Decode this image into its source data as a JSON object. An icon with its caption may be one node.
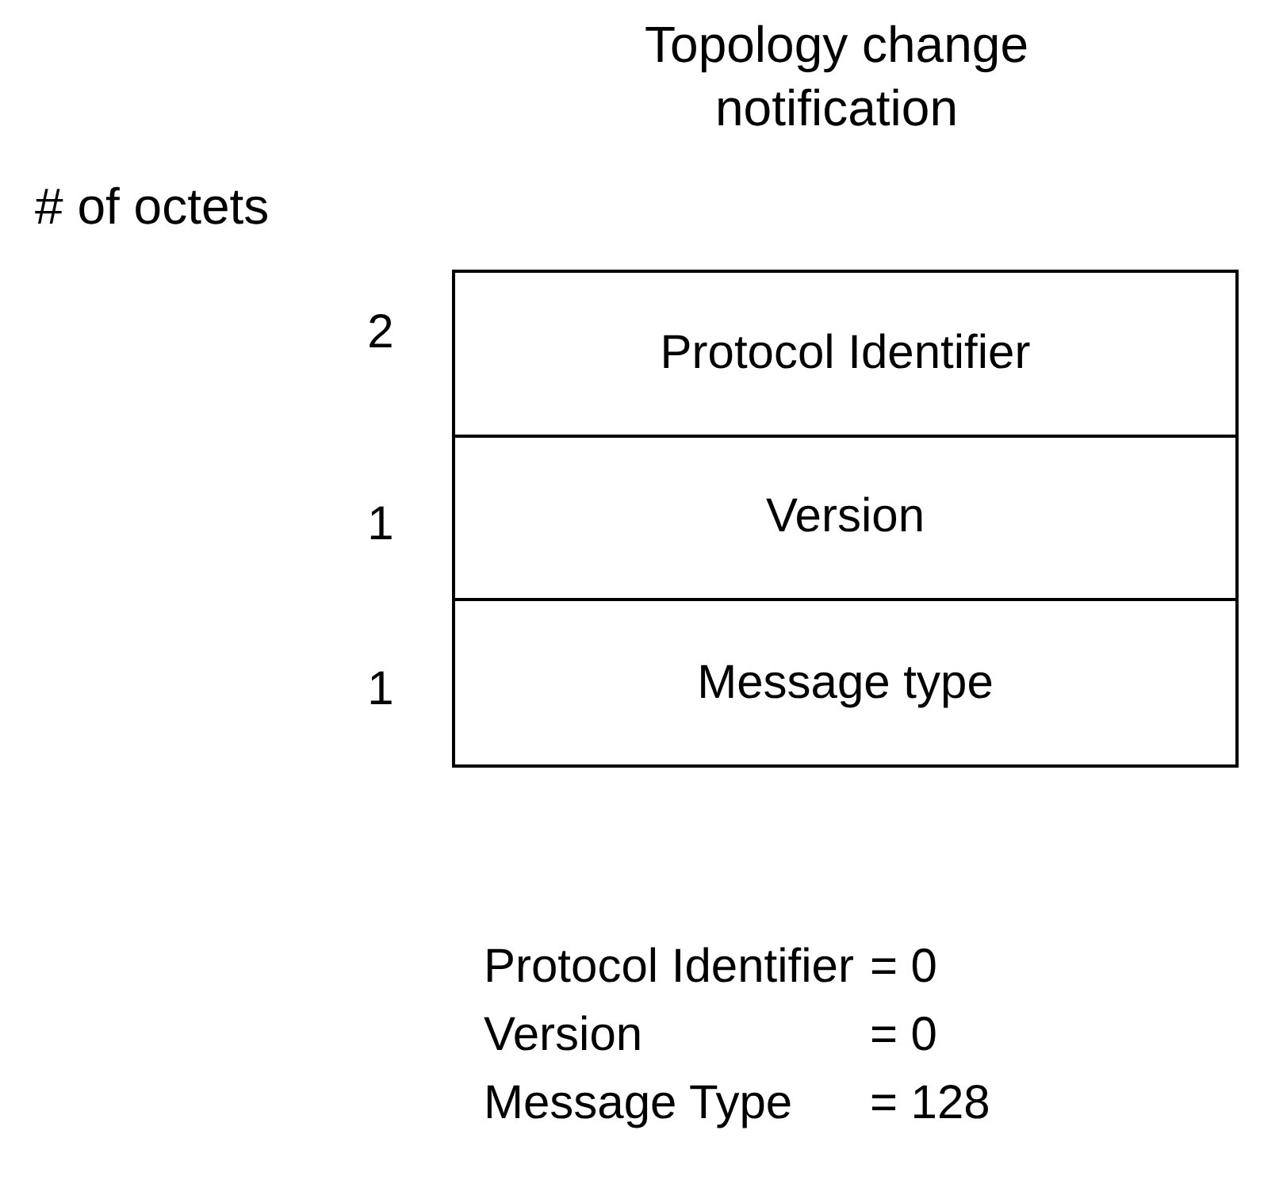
{
  "diagram": {
    "title": "Topology change notification",
    "nodes": [
      {
        "text": [
          "Protocol Identifier"
        ],
        "beside": [
          "2"
        ]
      },
      {
        "text": [
          "Version"
        ],
        "beside": [
          "1"
        ]
      },
      {
        "text": [
          "Message type"
        ],
        "beside": [
          "1"
        ]
      }
    ],
    "edges": [],
    "labels": [
      "# of octets",
      "Protocol Identifier",
      "= 0",
      "Version",
      "= 0",
      "Message Type",
      "= 128"
    ]
  }
}
